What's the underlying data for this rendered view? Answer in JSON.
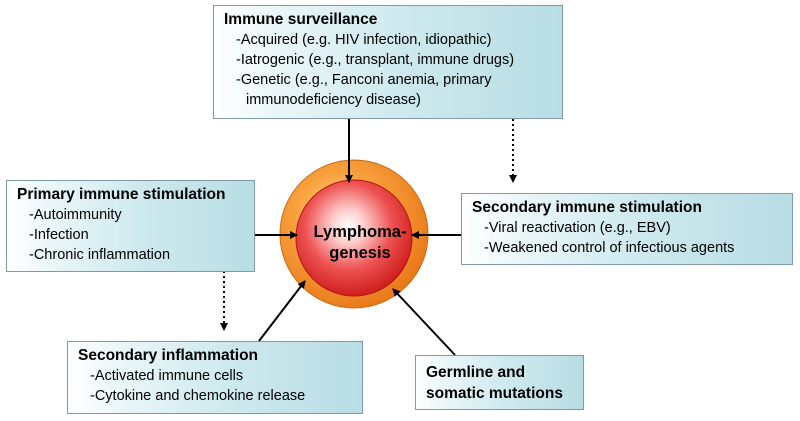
{
  "center": {
    "line1": "Lymphoma-",
    "line2": "genesis"
  },
  "immune_surveillance": {
    "title": "Immune surveillance",
    "items": [
      "-Acquired (e.g. HIV infection, idiopathic)",
      "-Iatrogenic (e.g., transplant, immune drugs)",
      "-Genetic (e.g., Fanconi anemia, primary",
      "immunodeficiency disease)"
    ]
  },
  "primary_stimulation": {
    "title": "Primary immune stimulation",
    "items": [
      "-Autoimmunity",
      "-Infection",
      "-Chronic inflammation"
    ]
  },
  "secondary_stimulation": {
    "title": "Secondary immune stimulation",
    "items": [
      "-Viral reactivation (e.g., EBV)",
      "-Weakened control of infectious agents"
    ]
  },
  "secondary_inflammation": {
    "title": "Secondary inflammation",
    "items": [
      "-Activated immune cells",
      "-Cytokine and chemokine release"
    ]
  },
  "germline": {
    "line1": "Germline and",
    "line2": "somatic mutations"
  },
  "colors": {
    "outer_ring": "#f08a1c",
    "inner_circle": "#d81e1e",
    "arrow": "#000000",
    "box_border": "#7f9aa6",
    "box_fill": "#c3e3e9"
  }
}
